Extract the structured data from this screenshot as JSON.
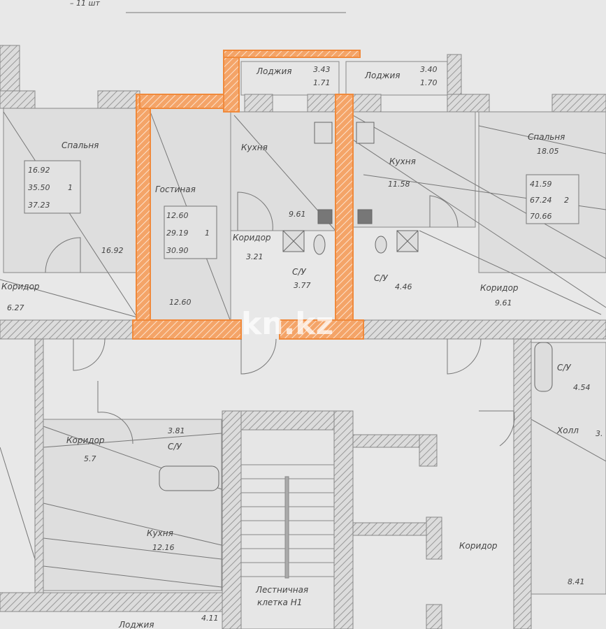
{
  "header": {
    "title_fragment": "– 11 шт"
  },
  "colors": {
    "highlight": "#f08a3c",
    "wall_hatch": "#9a9a9a",
    "paper": "#e8e8e8"
  },
  "watermark": "kn.kz",
  "rooms": {
    "loggia_1": {
      "label": "Лоджия",
      "area": "3.43",
      "area2": "1.71"
    },
    "loggia_2": {
      "label": "Лоджия",
      "area": "3.40",
      "area2": "1.70"
    },
    "bedroom_left": {
      "label": "Спальня",
      "area": "16.92",
      "summary": [
        "16.92",
        "35.50",
        "37.23"
      ],
      "rooms": "1"
    },
    "corridor_left": {
      "label": "Коридор",
      "area": "6.27"
    },
    "living": {
      "label": "Гостиная",
      "area": "12.60",
      "summary": [
        "12.60",
        "29.19",
        "30.90"
      ],
      "rooms": "1"
    },
    "kitchen_1": {
      "label": "Кухня",
      "area": "9.61"
    },
    "corridor_1": {
      "label": "Коридор",
      "area": "3.21"
    },
    "bath_1": {
      "label": "С/У",
      "area": "3.77"
    },
    "kitchen_2": {
      "label": "Кухня",
      "area": "11.58"
    },
    "bath_2": {
      "label": "С/У",
      "area": "4.46"
    },
    "bedroom_right": {
      "label": "Спальня",
      "area": "18.05",
      "summary": [
        "41.59",
        "67.24",
        "70.66"
      ],
      "rooms": "2"
    },
    "corridor_right": {
      "label": "Коридор",
      "area": "9.61"
    },
    "bath_right": {
      "label": "С/У",
      "area": "4.54"
    },
    "hall_right": {
      "label": "Холл",
      "area": "3."
    },
    "room_right_low": {
      "area": "8.41"
    },
    "corridor_low": {
      "label": "Коридор",
      "area": "5.7"
    },
    "bath_low": {
      "label": "С/У",
      "area": "3.81"
    },
    "kitchen_low": {
      "label": "Кухня",
      "area": "12.16"
    },
    "loggia_low": {
      "label": "Лоджия",
      "area": "4.11"
    },
    "stairwell": {
      "label": "Лестничная",
      "label2": "клетка Н1"
    },
    "main_corridor": {
      "label": "Коридор"
    }
  }
}
